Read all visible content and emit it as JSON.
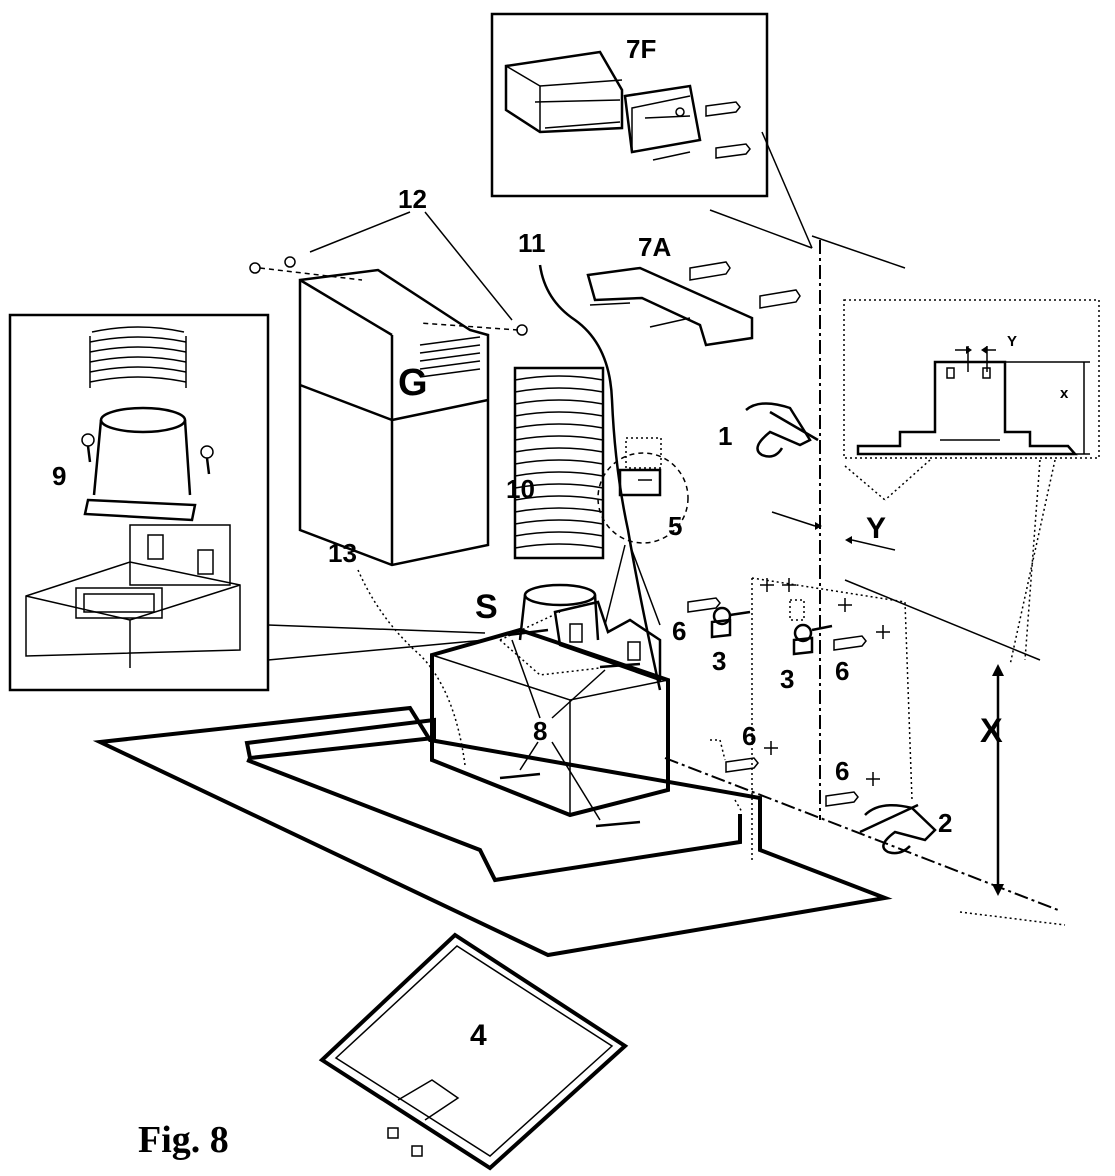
{
  "figure": {
    "caption": "Fig. 8",
    "callouts": {
      "c7F": "7F",
      "c12": "12",
      "c11": "11",
      "c7A": "7A",
      "cG": "G",
      "c1": "1",
      "c9": "9",
      "c10": "10",
      "c5": "5",
      "c13": "13",
      "cY_main": "Y",
      "cS": "S",
      "c6a": "6",
      "c3a": "3",
      "c3b": "3",
      "c6b": "6",
      "c8": "8",
      "cX_main": "X",
      "c6c": "6",
      "c6d": "6",
      "c2": "2",
      "c4": "4",
      "cY_detail": "Y",
      "cX_detail": "x"
    }
  }
}
